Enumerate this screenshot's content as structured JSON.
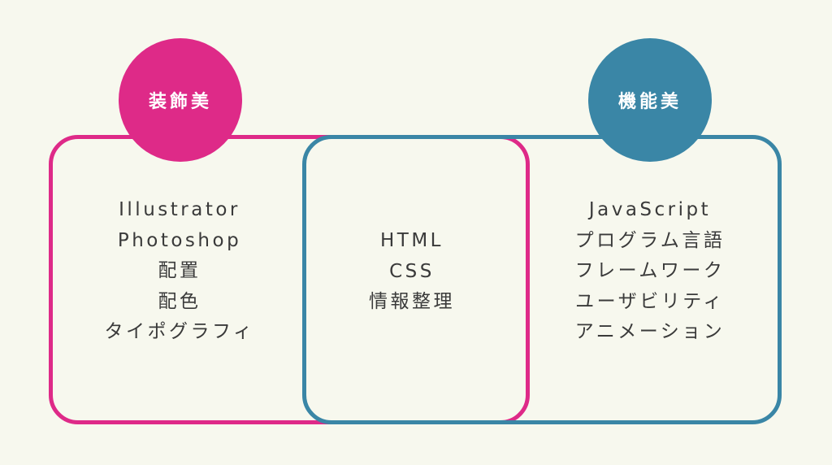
{
  "circles": {
    "left": "装飾美",
    "right": "機能美"
  },
  "lists": {
    "left": [
      "Illustrator",
      "Photoshop",
      "配置",
      "配色",
      "タイポグラフィ"
    ],
    "center": [
      "HTML",
      "CSS",
      "情報整理"
    ],
    "right": [
      "JavaScript",
      "プログラム言語",
      "フレームワーク",
      "ユーザビリティ",
      "アニメーション"
    ]
  },
  "colors": {
    "background": "#f7f8ee",
    "decorative": "#de2a88",
    "functional": "#3a86a6",
    "text": "#3a3a3a"
  }
}
